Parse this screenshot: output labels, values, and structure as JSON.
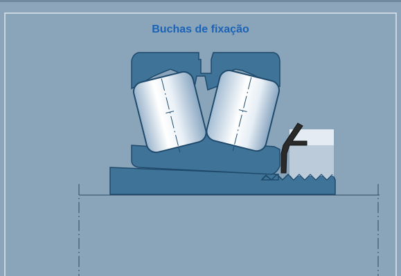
{
  "title": "Buchas de fixação",
  "colors": {
    "background": "#8aa4b9",
    "border": "#c9d6e2",
    "title": "#1a63b6",
    "bearing_blue": "#3f7398",
    "outline": "#1f4a6b",
    "roller_light": "#e9f0f6",
    "nut_light": "#dfe7ef",
    "lock_washer": "#2a2a2a"
  },
  "icons": [
    "bearing-outer-ring",
    "roller-left",
    "roller-right",
    "inner-ring",
    "adapter-sleeve",
    "lock-nut",
    "lock-washer",
    "shaft-outline"
  ]
}
